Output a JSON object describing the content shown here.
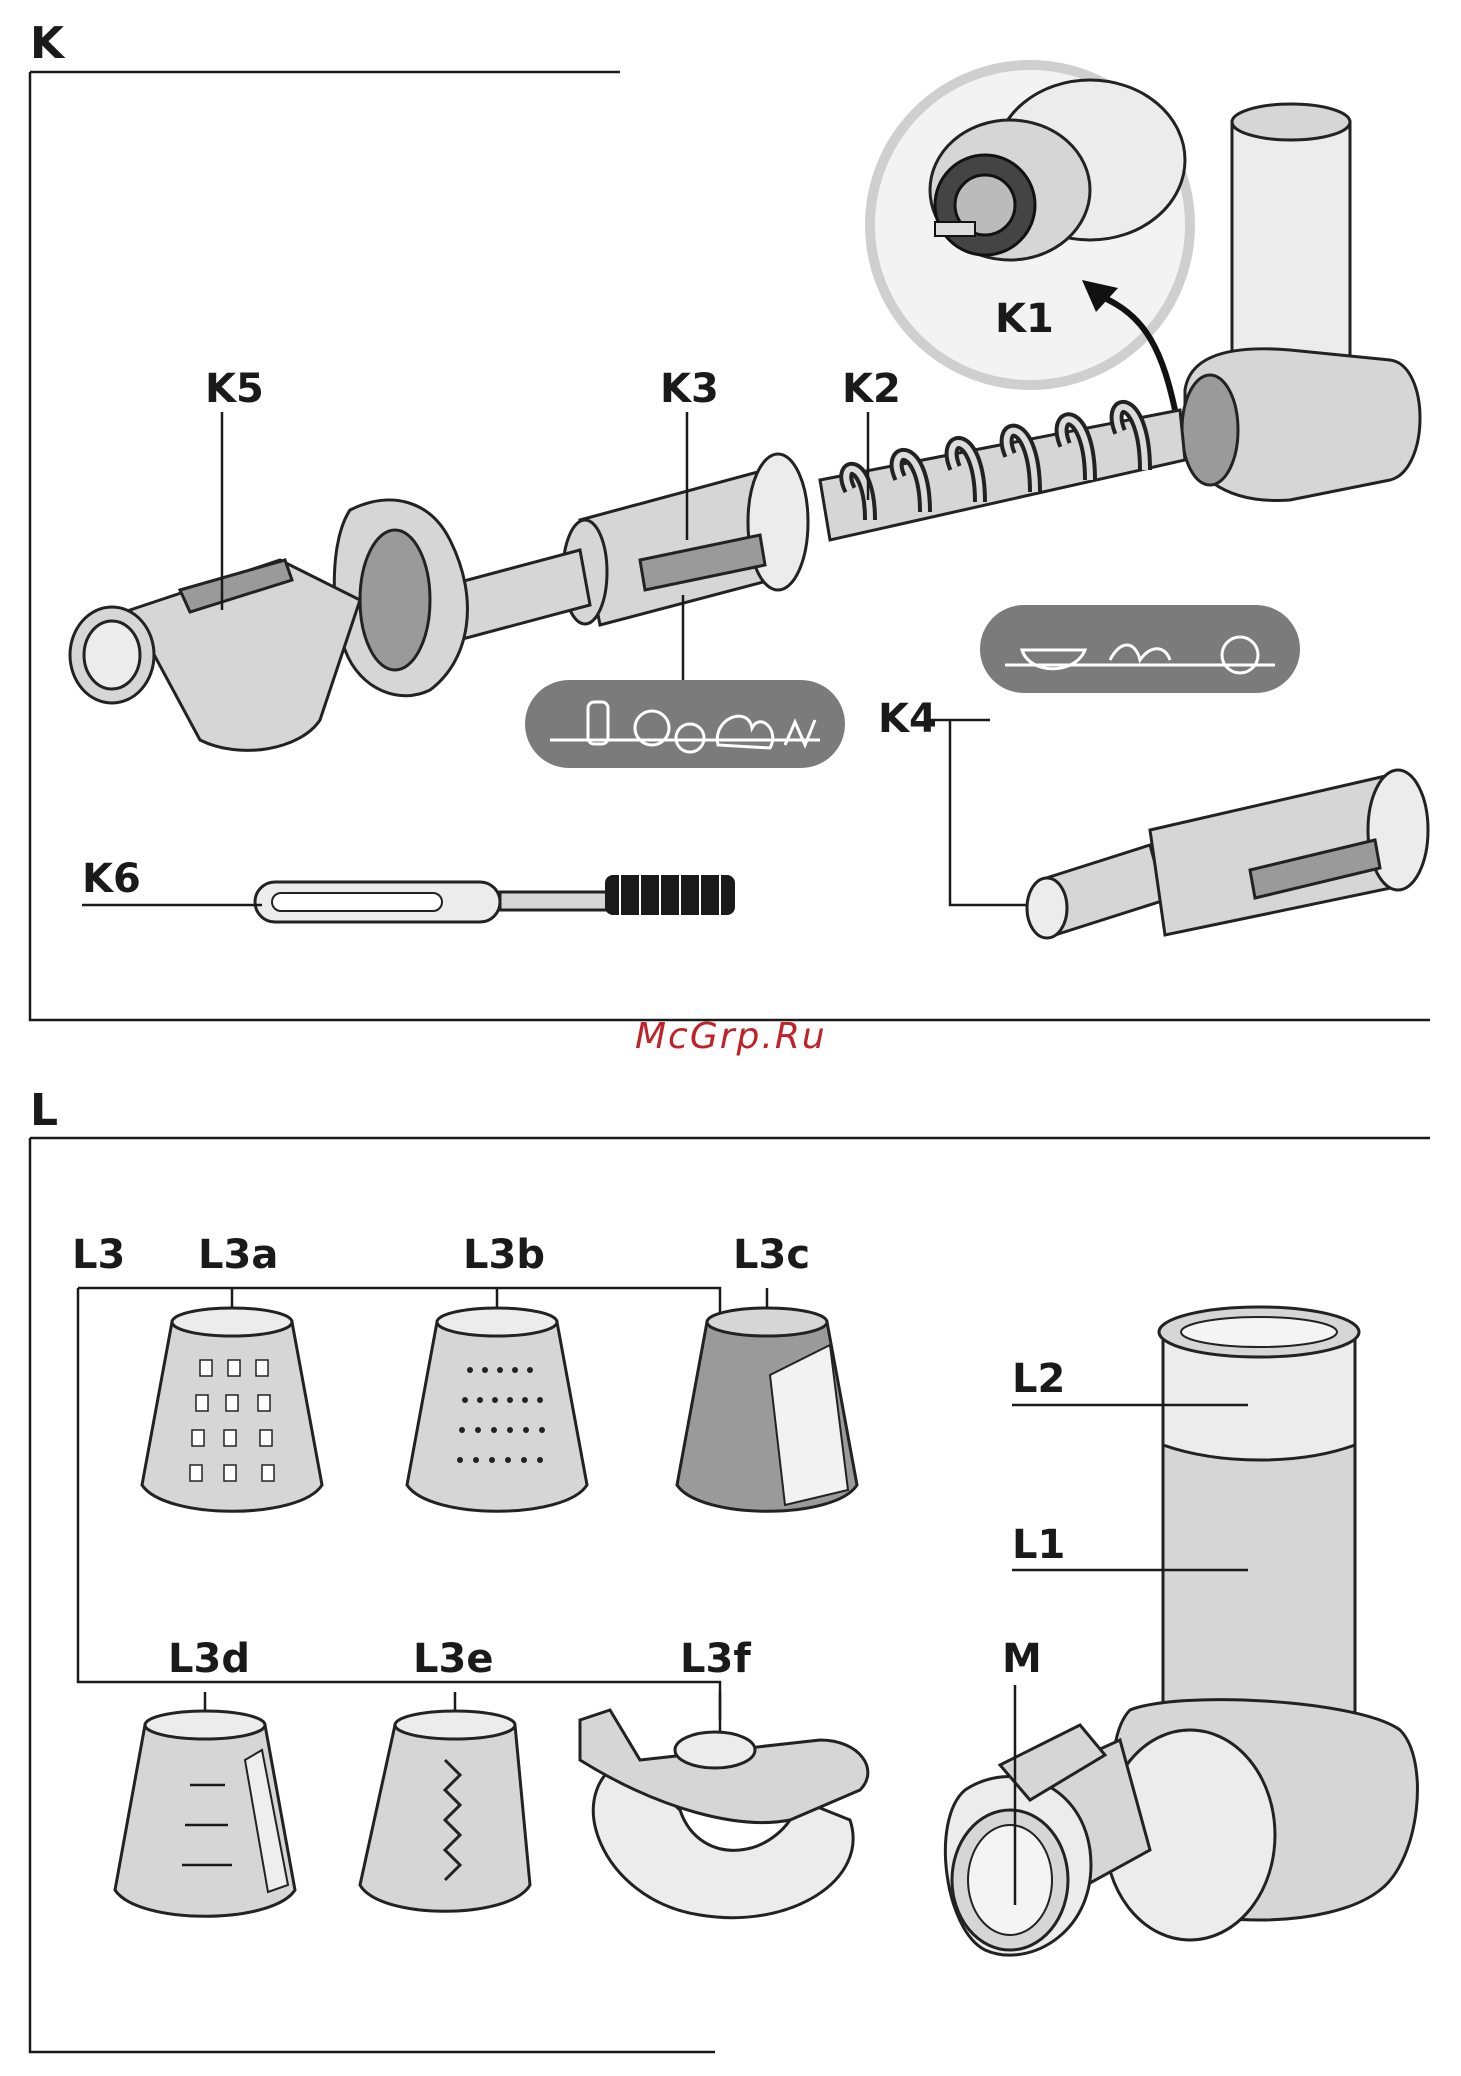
{
  "sections": {
    "k": "K",
    "l": "L"
  },
  "labels": {
    "k1": "K1",
    "k2": "K2",
    "k3": "K3",
    "k4": "K4",
    "k5": "K5",
    "k6": "K6",
    "l1": "L1",
    "l2": "L2",
    "l3": "L3",
    "l3a": "L3a",
    "l3b": "L3b",
    "l3c": "L3c",
    "l3d": "L3d",
    "l3e": "L3e",
    "l3f": "L3f",
    "m": "M"
  },
  "watermark": "McGrp.Ru",
  "colors": {
    "ink": "#1a1a1a",
    "part_fill": "#d6d6d6",
    "pill": "#7b7b7b",
    "watermark": "#c0222a"
  }
}
